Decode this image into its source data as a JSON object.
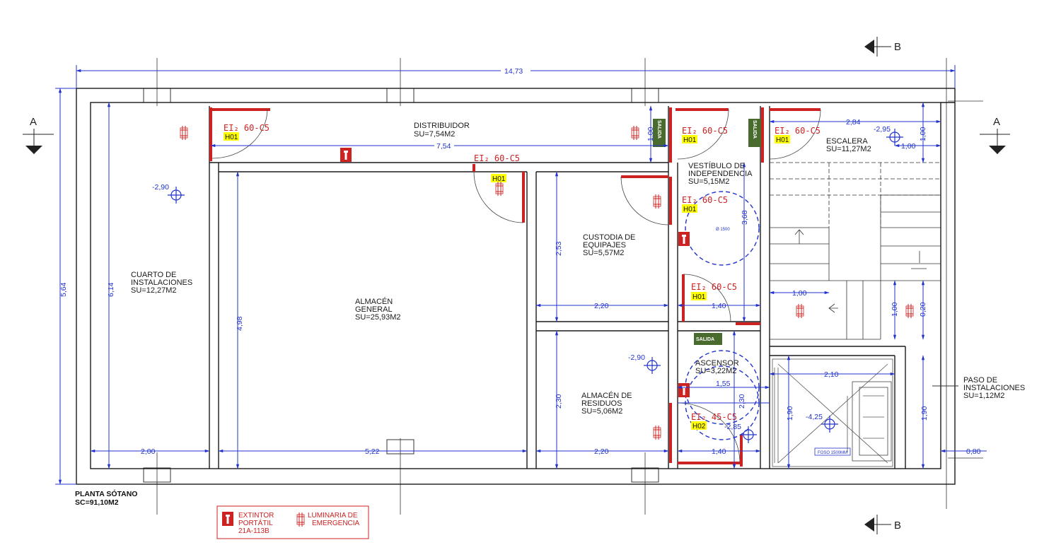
{
  "plan": {
    "title": "PLANTA SÓTANO",
    "area": "SC=91,10M2",
    "colors": {
      "wall": "#1a1a1a",
      "dimension": "#2233cc",
      "fire": "#cc2222",
      "exit": "#4a6b2e",
      "door_tag": "#ffff00"
    }
  },
  "rooms": {
    "distribuidor": {
      "name": "DISTRIBUIDOR",
      "area": "SU=7,54M2"
    },
    "cuarto": {
      "name1": "CUARTO DE",
      "name2": "INSTALACIONES",
      "area": "SU=12,27M2"
    },
    "almacen": {
      "name1": "ALMACÉN",
      "name2": "GENERAL",
      "area": "SU=25,93M2"
    },
    "custodia": {
      "name1": "CUSTODIA DE",
      "name2": "EQUIPAJES",
      "area": "SU=5,57M2"
    },
    "vestibulo": {
      "name1": "VESTÍBULO DE",
      "name2": "INDEPENDENCIA",
      "area": "SU=5,15M2"
    },
    "escalera": {
      "name": "ESCALERA",
      "area": "SU=11,27M2"
    },
    "ascensor": {
      "name": "ASCENSOR",
      "area": "SU=3,22M2"
    },
    "residuos": {
      "name1": "ALMACÉN DE",
      "name2": "RESIDUOS",
      "area": "SU=5,06M2"
    },
    "paso": {
      "name1": "PASO DE",
      "name2": "INSTALACIONES",
      "area": "SU=1,12M2"
    }
  },
  "doors": {
    "d1": {
      "rating": "EI₂ 60-C5",
      "tag": "H01"
    },
    "d2": {
      "rating": "EI₂ 60-C5",
      "tag": "H01"
    },
    "d3": {
      "rating": "EI₂ 60-C5",
      "tag": "H01"
    },
    "d4": {
      "rating": "EI₂ 60-C5",
      "tag": "H01"
    },
    "d5": {
      "rating": "EI₂ 60-C5",
      "tag": "H01"
    },
    "d6": {
      "rating": "EI₂ 60-C5",
      "tag": "H01"
    },
    "d7": {
      "rating": "EI₂ 45-C5",
      "tag": "H02"
    }
  },
  "exits": {
    "label": "SALIDA"
  },
  "levels": {
    "l1": "-2,90",
    "l2": "-2,90",
    "l3": "-2,95",
    "l4": "-2,85",
    "l5": "-4,25"
  },
  "dimensions": {
    "total_width": "14,73",
    "total_height": "5,64",
    "cuarto_height": "6,14",
    "almacen_height": "4,98",
    "dist_width": "7,54",
    "custodia_height": "2,53",
    "custodia_width": "2,20",
    "vestibulo_height": "3,68",
    "vestibulo_width": "1,40",
    "residuos_height": "2,30",
    "residuos_width": "2,20",
    "bottom_cuarto": "2,00",
    "bottom_almacen": "5,22",
    "bottom_vest": "1,40",
    "asc_width": "1,55",
    "asc_height": "2,30",
    "esc_width": "2,84",
    "esc_small_h": "1,00",
    "esc_small_w": "1,00",
    "dist_door_h": "1,00",
    "esc_landing_w": "1,00",
    "esc_landing_h": "1,00",
    "esc_small": "0,20",
    "lift_width": "2,10",
    "lift_height": "1,90",
    "paso_height": "1,90",
    "paso_width": "0,80"
  },
  "sections": {
    "a": "A",
    "b": "B"
  },
  "pit_label": "FOSO 1500MM",
  "circle_label": "Ø 1500",
  "legend": {
    "ext1": "EXTINTOR",
    "ext2": "PORTÁTIL",
    "ext3": "21A-113B",
    "lum1": "LUMINARIA DE",
    "lum2": "EMERGENCIA"
  }
}
